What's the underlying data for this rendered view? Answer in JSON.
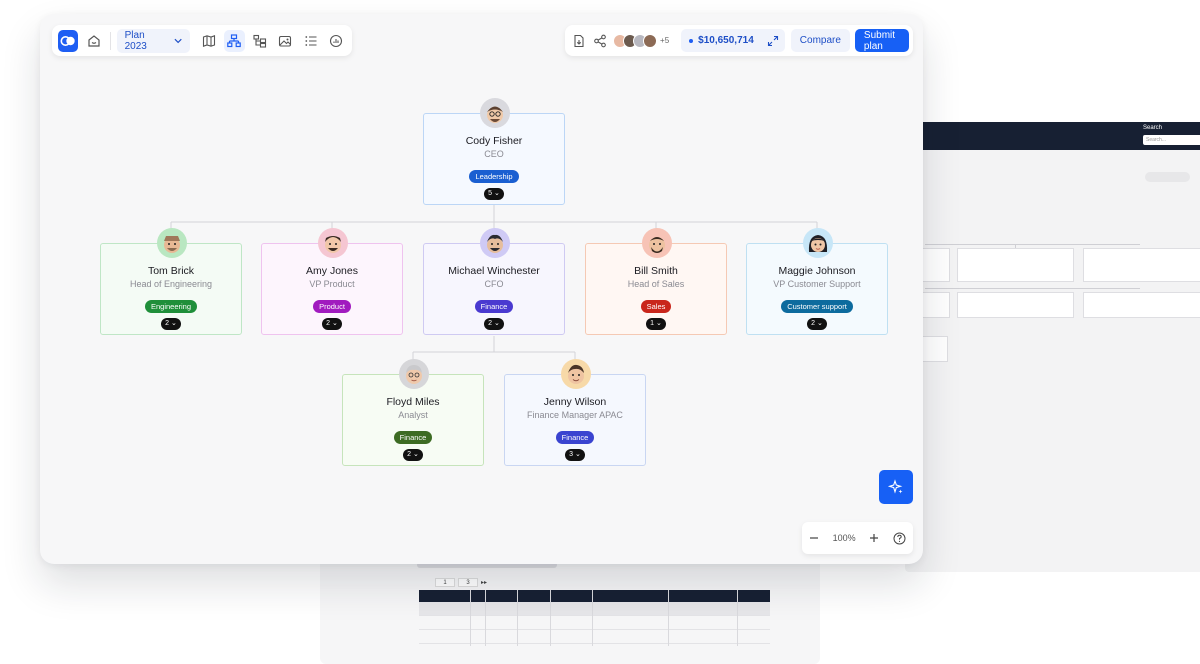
{
  "toolbar": {
    "plan_label": "Plan 2023",
    "budget": "$10,650,714",
    "collaborators_extra": "+5",
    "compare_label": "Compare",
    "submit_label": "Submit plan"
  },
  "org": {
    "ceo": {
      "name": "Cody Fisher",
      "role": "CEO",
      "tag": "Leadership",
      "count": "5"
    },
    "tom": {
      "name": "Tom Brick",
      "role": "Head of Engineering",
      "tag": "Engineering",
      "count": "2"
    },
    "amy": {
      "name": "Amy Jones",
      "role": "VP Product",
      "tag": "Product",
      "count": "2"
    },
    "michael": {
      "name": "Michael Winchester",
      "role": "CFO",
      "tag": "Finance",
      "count": "2"
    },
    "bill": {
      "name": "Bill Smith",
      "role": "Head of Sales",
      "tag": "Sales",
      "count": "1"
    },
    "maggie": {
      "name": "Maggie Johnson",
      "role": "VP Customer Support",
      "tag": "Customer support",
      "count": "2"
    },
    "floyd": {
      "name": "Floyd Miles",
      "role": "Analyst",
      "tag": "Finance",
      "count": "2"
    },
    "jenny": {
      "name": "Jenny Wilson",
      "role": "Finance Manager APAC",
      "tag": "Finance",
      "count": "3"
    }
  },
  "zoom": {
    "level": "100%"
  },
  "background": {
    "search_label": "Search",
    "search_placeholder": "Search...",
    "page_current": "1",
    "page_total": "3"
  },
  "colors": {
    "primary": "#1760f5",
    "leadership": "#1a5fd1",
    "engineering": "#1f8f3a",
    "product": "#a11bbf",
    "finance": "#4a3ad0",
    "sales": "#c9261b",
    "customer_support": "#0d6b9e",
    "finance_dark": "#3d6b23"
  }
}
